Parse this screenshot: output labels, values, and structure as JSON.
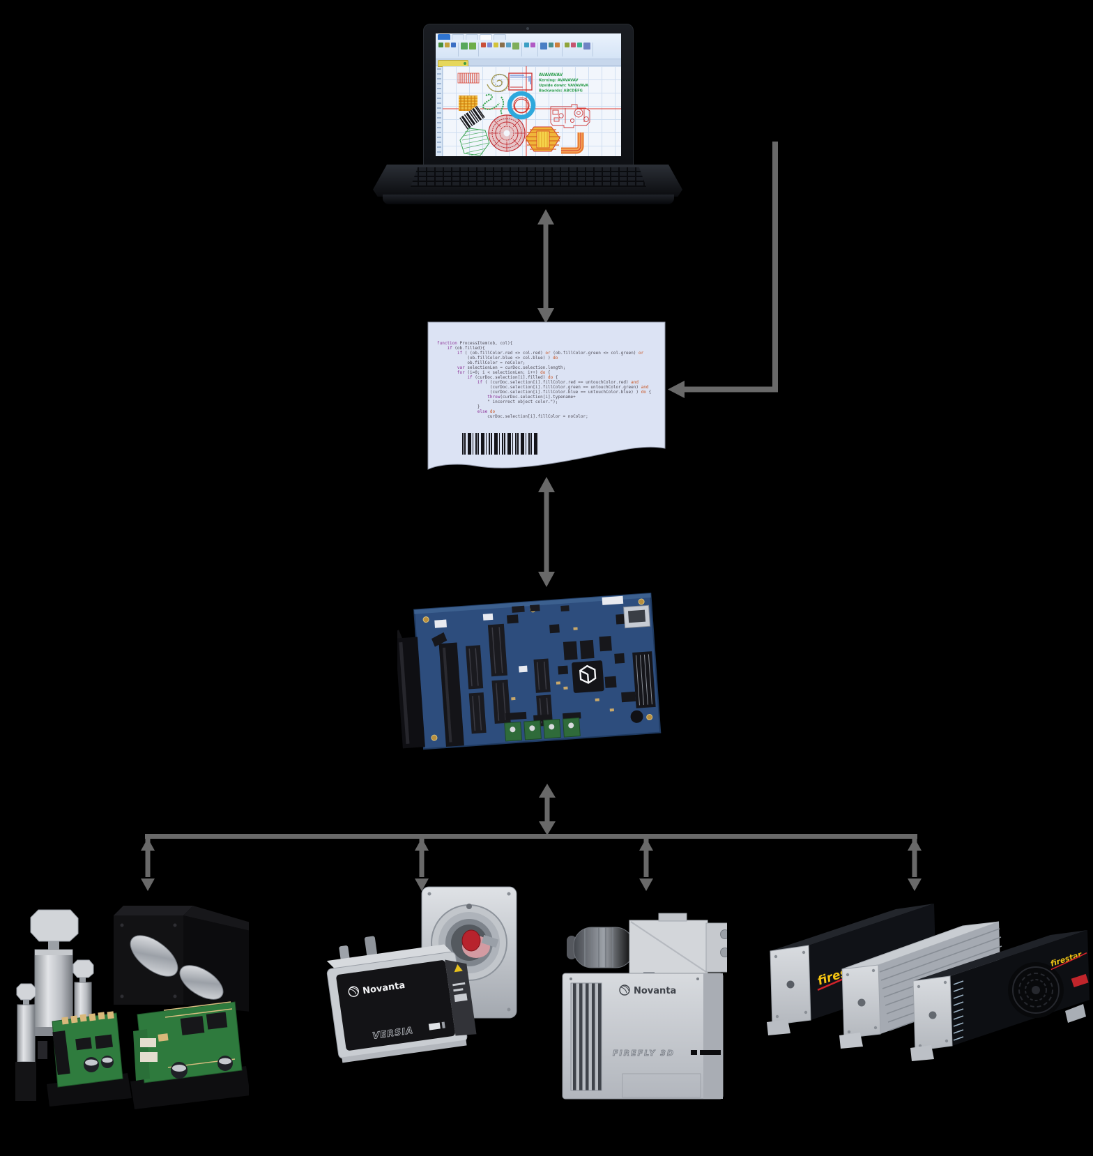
{
  "palette": {
    "background": "#000000",
    "arrow_gray": "#696969",
    "paper": "#dce3f4",
    "board_blue": "#2d4d7d",
    "accent_red": "#d2372e",
    "accent_blue": "#2ea8dc",
    "accent_green": "#37a257",
    "accent_yellow": "#e8a321",
    "laser_brand_yellow": "#f2c713"
  },
  "laptop": {
    "screen_samples": [
      "AVAVAVAV",
      "Kerning: AVAVAVAV",
      "Upside down: VAVAVAVA",
      "Backwards: ABCDEFG"
    ]
  },
  "script_document": {
    "code_lines": [
      "function ProcessItem(ob, col){",
      "    if (ob.filled){",
      "        if ( (ob.fillColor.red <> col.red) or (ob.fillColor.green <> col.green) or",
      "            (ob.fillColor.blue <> col.blue) ) do",
      "            ob.fillColor = noColor;",
      "        var selectionLen = curDoc.selection.length;",
      "        for (i=0; i < selectionLen; i++) do {",
      "            if (curDoc.selection[i].filled) do {",
      "                if ( (curDoc.selection[i].fillColor.red == untouchColor.red) and",
      "                     (curDoc.selection[i].fillColor.green == untouchColor.green) and",
      "                     (curDoc.selection[i].fillColor.blue == untouchColor.blue) ) do {",
      "                    throw(curDoc.selection[i].typename+",
      "                    \" incorrect object color.\");",
      "                }",
      "                else do",
      "                    curDoc.selection[i].fillColor = noColor;"
    ]
  },
  "controller_board": {
    "logo": "cube-logo"
  },
  "devices": {
    "scan_head_2d": {
      "brand": "Novanta",
      "model": "VERSIA"
    },
    "scan_head_3d": {
      "brand": "Novanta",
      "model": "FIREFLY 3D"
    },
    "lasers": {
      "brand_left": "firestar",
      "brand_right": "firestar"
    }
  }
}
